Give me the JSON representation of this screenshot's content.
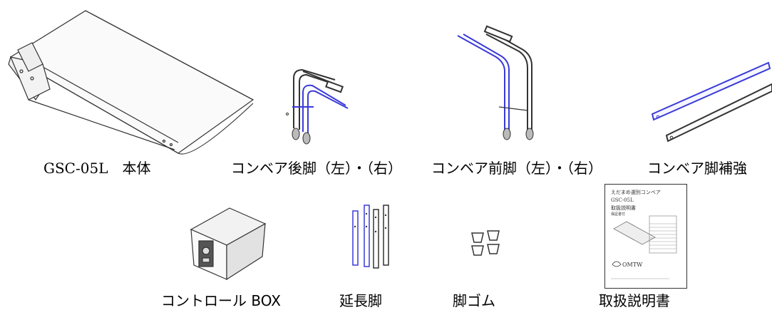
{
  "items": [
    {
      "label": "GSC-05L　本体"
    },
    {
      "label": "コンベア後脚（左）・（右）"
    },
    {
      "label": "コンベア前脚（左）・（右）"
    },
    {
      "label": "コンベア脚補強"
    },
    {
      "label": "コントロール BOX"
    },
    {
      "label": "延長脚"
    },
    {
      "label": "脚ゴム"
    },
    {
      "label": "取扱説明書"
    }
  ],
  "manual": {
    "title_line1": "えだまめ選別コンベア",
    "title_line2": "GSC-05L",
    "title_line3": "取扱説明書",
    "subtitle": "保証書付",
    "brand": "OMTW"
  },
  "colors": {
    "outline": "#333333",
    "highlight": "#3a3ad8"
  }
}
